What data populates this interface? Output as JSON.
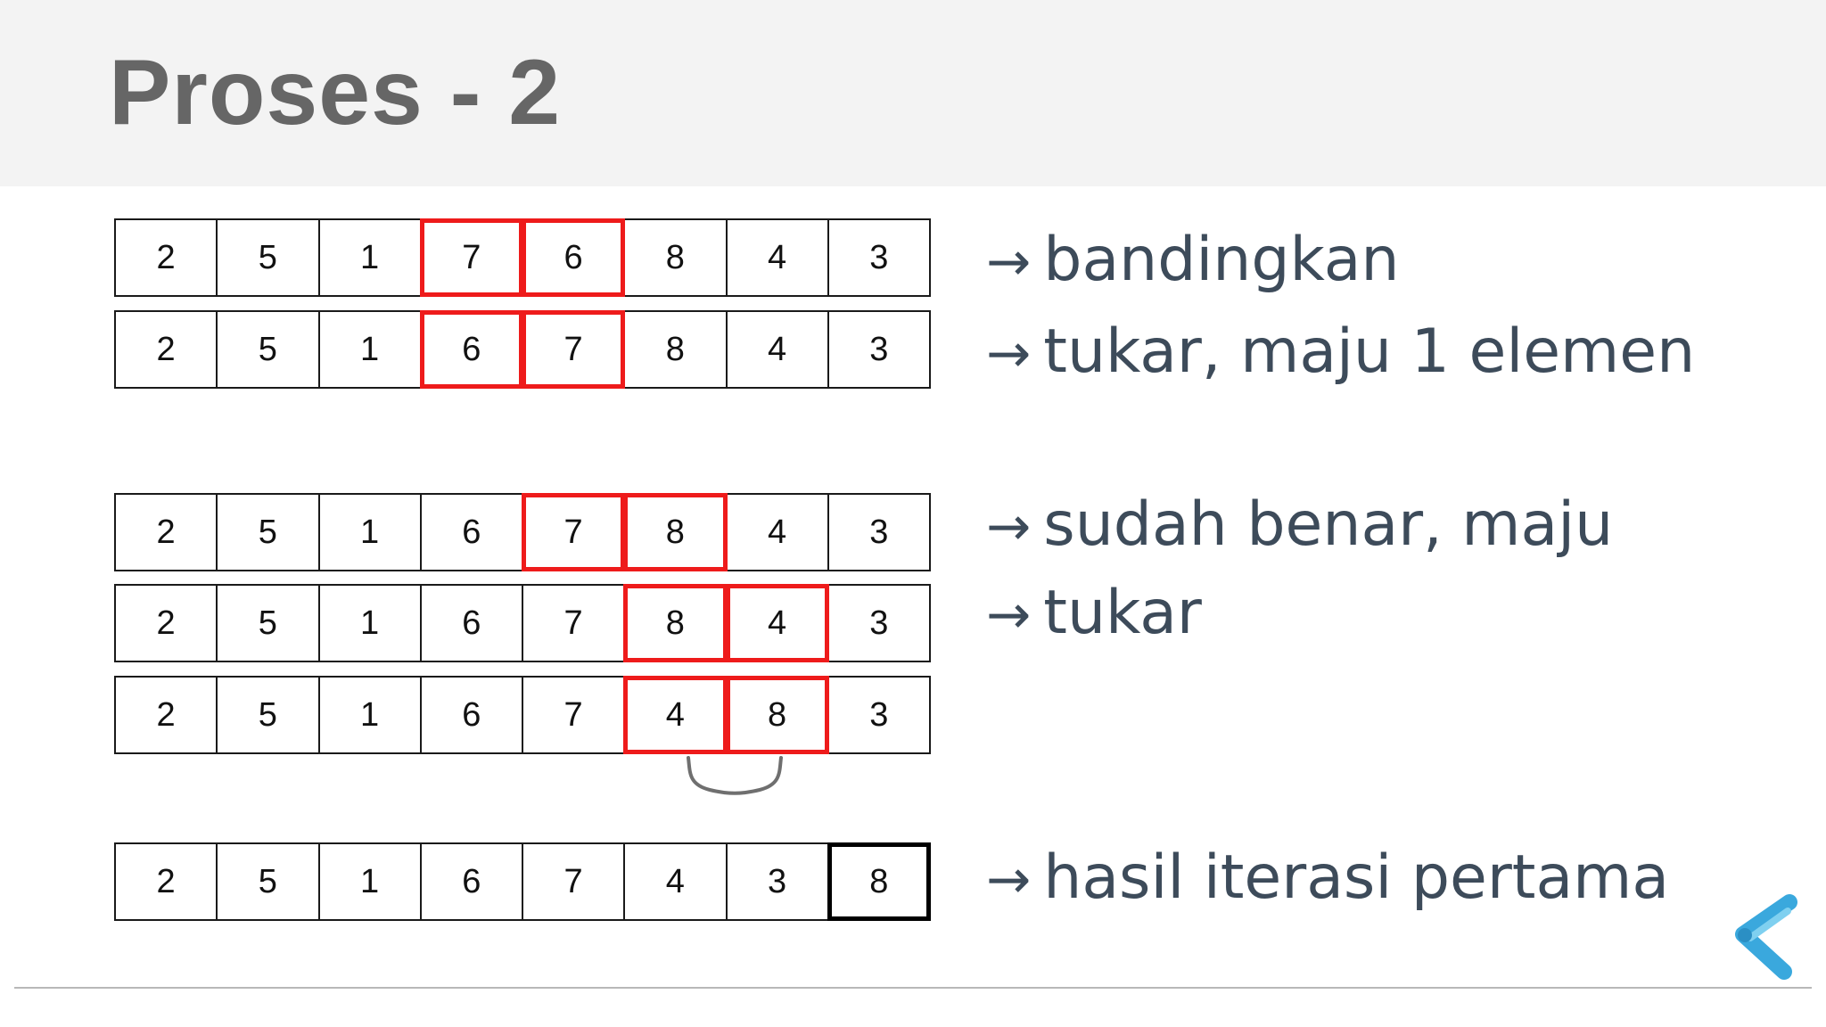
{
  "slide": {
    "title": "Proses - 2",
    "arrow_symbol": "→"
  },
  "rows": [
    {
      "values": [
        "2",
        "5",
        "1",
        "7",
        "6",
        "8",
        "4",
        "3"
      ],
      "highlight_red": [
        3,
        4
      ]
    },
    {
      "values": [
        "2",
        "5",
        "1",
        "6",
        "7",
        "8",
        "4",
        "3"
      ],
      "highlight_red": [
        3,
        4
      ]
    },
    {
      "values": [
        "2",
        "5",
        "1",
        "6",
        "7",
        "8",
        "4",
        "3"
      ],
      "highlight_red": [
        4,
        5
      ]
    },
    {
      "values": [
        "2",
        "5",
        "1",
        "6",
        "7",
        "8",
        "4",
        "3"
      ],
      "highlight_red": [
        5,
        6
      ]
    },
    {
      "values": [
        "2",
        "5",
        "1",
        "6",
        "7",
        "4",
        "8",
        "3"
      ],
      "highlight_red": [
        5,
        6
      ]
    },
    {
      "values": [
        "2",
        "5",
        "1",
        "6",
        "7",
        "4",
        "3",
        "8"
      ],
      "highlight_black": [
        7
      ]
    }
  ],
  "notes": [
    "bandingkan",
    "tukar, maju 1 elemen",
    "sudah benar, maju",
    "tukar",
    "hasil iterasi pertama"
  ],
  "colors": {
    "highlight": "#ee1b1b",
    "final": "#000000",
    "note_text": "#3d4b5a",
    "title": "#666666",
    "logo_blue": "#3aa8dd"
  }
}
